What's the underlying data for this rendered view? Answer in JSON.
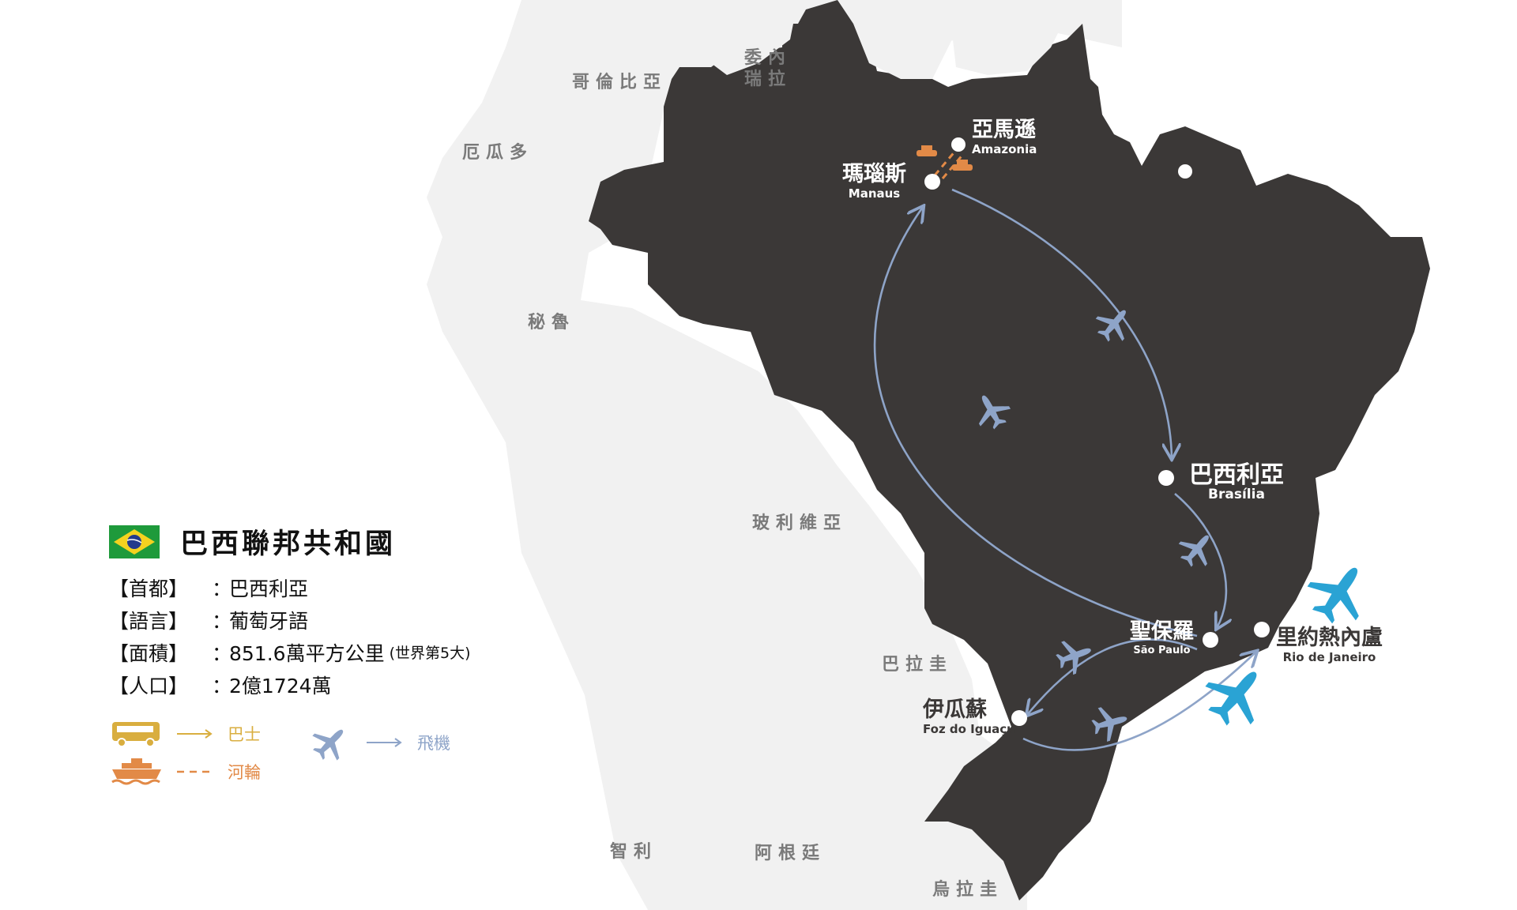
{
  "info": {
    "country_name": "巴西聯邦共和國",
    "flag_icon": "brazil-flag-icon",
    "rows": [
      {
        "key": "【首都】",
        "sep": "：",
        "value": "巴西利亞",
        "note": ""
      },
      {
        "key": "【語言】",
        "sep": "：",
        "value": "葡萄牙語",
        "note": ""
      },
      {
        "key": "【面積】",
        "sep": "：",
        "value": "851.6萬平方公里",
        "note": "(世界第5大)"
      },
      {
        "key": "【人口】",
        "sep": "：",
        "value": "2億1724萬",
        "note": ""
      }
    ]
  },
  "legend": {
    "bus": {
      "icon": "bus-icon",
      "line": "solid-arrow",
      "label": "巴士",
      "color": "#d9ae3f"
    },
    "boat": {
      "icon": "river-boat-icon",
      "line": "dashed",
      "label": "河輪",
      "color": "#e28a47"
    },
    "plane": {
      "icon": "airplane-icon",
      "line": "solid-arrow",
      "label": "飛機",
      "color": "#8ea4c8"
    }
  },
  "countries": [
    {
      "name": "哥倫比亞"
    },
    {
      "name": "委內瑞拉",
      "line1": "委內",
      "line2": "瑞拉"
    },
    {
      "name": "厄瓜多"
    },
    {
      "name": "秘魯"
    },
    {
      "name": "玻利維亞"
    },
    {
      "name": "巴拉圭"
    },
    {
      "name": "智利"
    },
    {
      "name": "阿根廷"
    },
    {
      "name": "烏拉圭"
    }
  ],
  "cities": [
    {
      "zh": "亞馬遜",
      "en": "Amazonia"
    },
    {
      "zh": "瑪瑙斯",
      "en": "Manaus"
    },
    {
      "zh": "巴西利亞",
      "en": "Brasília"
    },
    {
      "zh": "聖保羅",
      "en": "São Paulo"
    },
    {
      "zh": "里約熱內盧",
      "en": "Rio de Janeiro"
    },
    {
      "zh": "伊瓜蘇",
      "en": "Foz do Iguaçu"
    }
  ],
  "colors": {
    "brazil": "#3b3837",
    "neighbors": "#f1f1f1",
    "route": "#8ea4c8",
    "highlight_plane": "#2aa3d4",
    "boat": "#e28a47",
    "bus": "#d9ae3f"
  }
}
